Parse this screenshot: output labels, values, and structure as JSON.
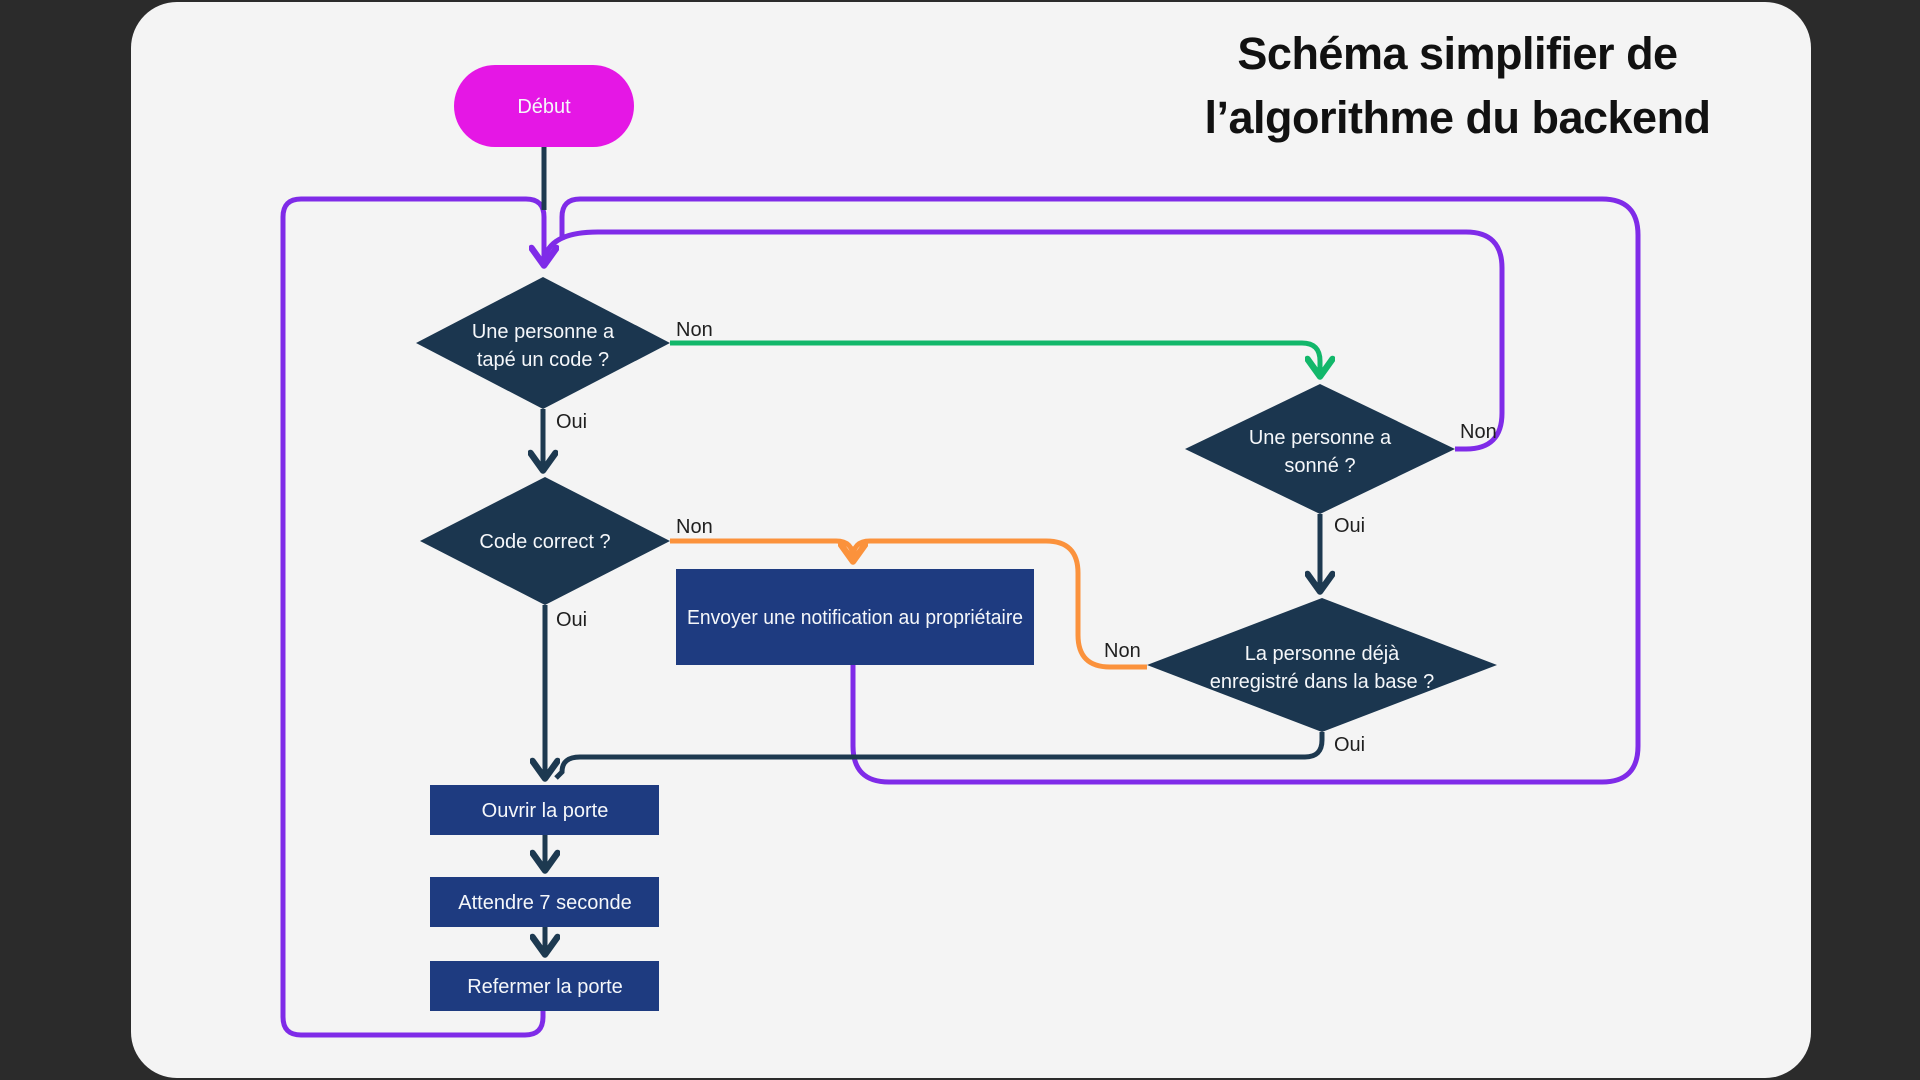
{
  "title": {
    "line1": "Schéma simplifier de",
    "line2": "l’algorithme du backend"
  },
  "nodes": {
    "start": {
      "label": "Début"
    },
    "typed_code": {
      "line1": "Une personne a",
      "line2": "tapé un code ?"
    },
    "code_correct": {
      "line1": "Code correct ?"
    },
    "rang_bell": {
      "line1": "Une personne a",
      "line2": "sonné ?"
    },
    "registered": {
      "line1": "La personne déjà",
      "line2": "enregistré dans la base ?"
    },
    "notify": {
      "label": "Envoyer une notification au propriétaire"
    },
    "open_door": {
      "label": "Ouvrir la porte"
    },
    "wait_7s": {
      "label": "Attendre 7 seconde"
    },
    "close_door": {
      "label": "Refermer la porte"
    }
  },
  "edge_labels": {
    "typed_code_non": "Non",
    "typed_code_oui": "Oui",
    "code_correct_non": "Non",
    "code_correct_oui": "Oui",
    "rang_bell_non": "Non",
    "rang_bell_oui": "Oui",
    "registered_non": "Non",
    "registered_oui": "Oui"
  },
  "colors": {
    "background": "#2b2b2b",
    "panel": "#f4f4f4",
    "diamond_fill": "#1b364f",
    "process_fill": "#1e3b80",
    "start_fill": "#e517e5",
    "arrow_navy": "#1d3950",
    "loop_purple": "#7f2be8",
    "branch_green": "#12b76a",
    "branch_orange": "#fb923c",
    "title_text": "#111111",
    "label_text": "#1f1f1f",
    "node_text": "#f5f7fa"
  }
}
